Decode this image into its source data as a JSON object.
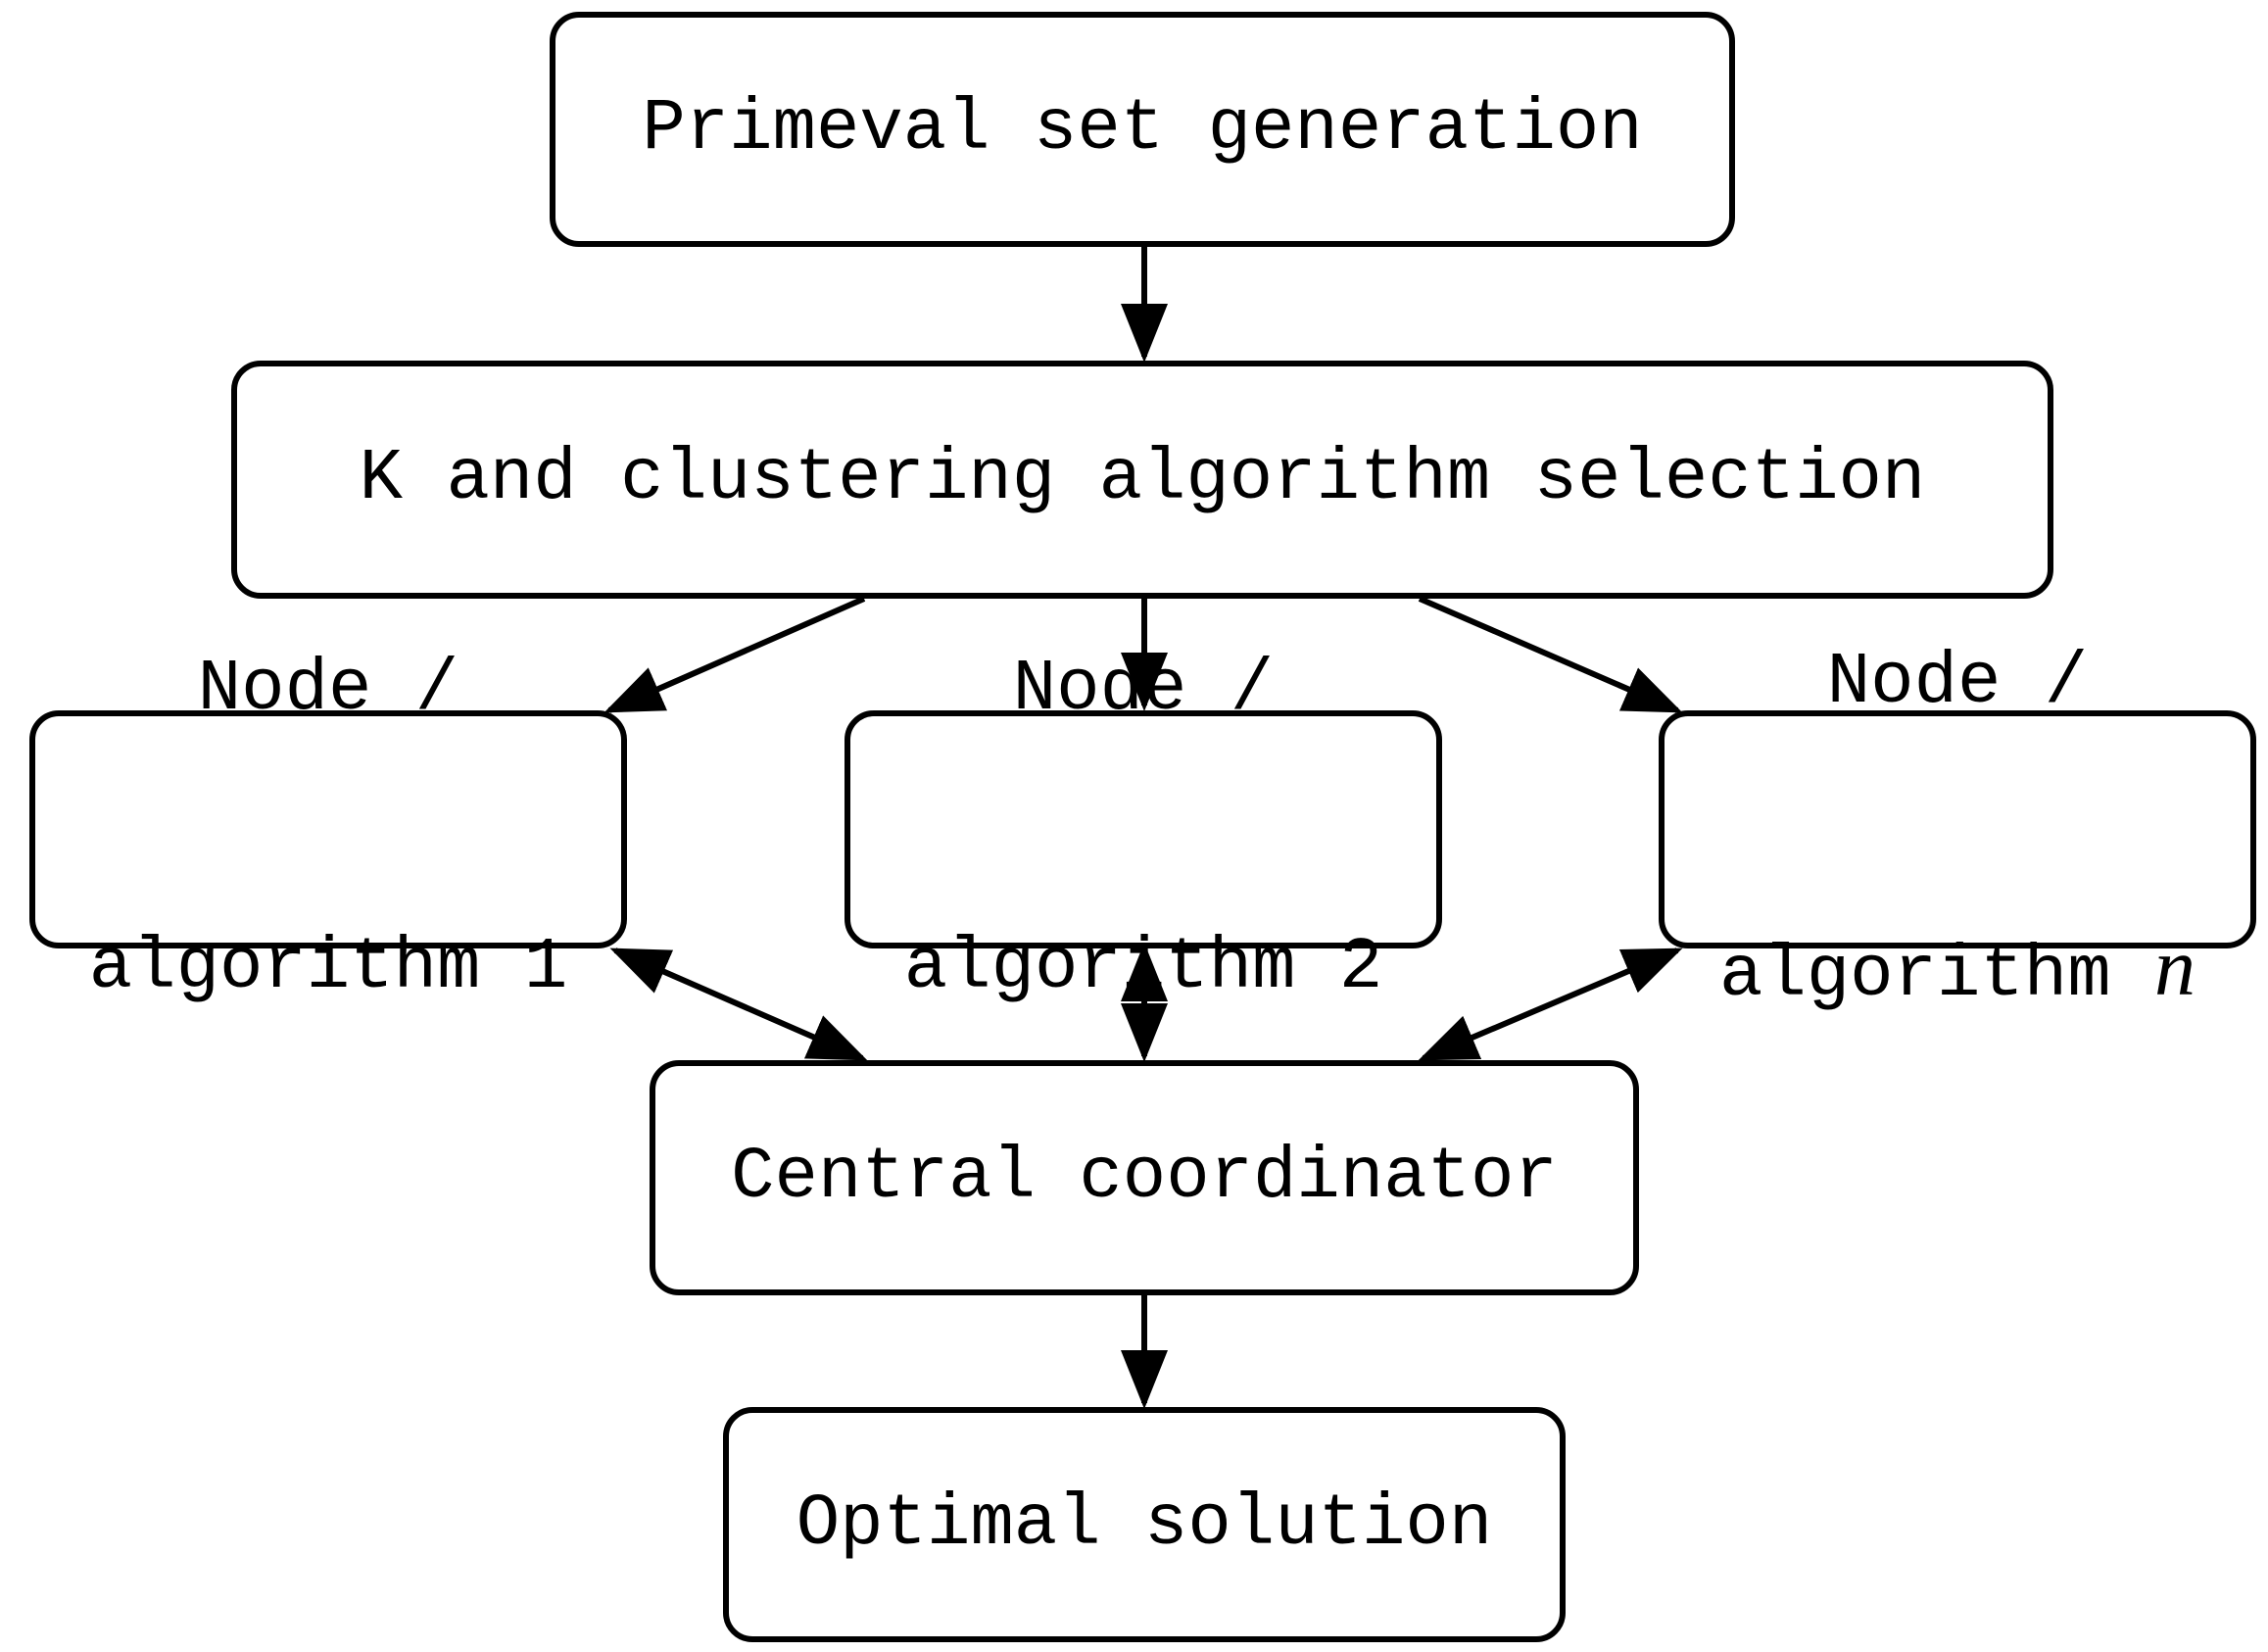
{
  "diagram": {
    "nodes": {
      "primeval": {
        "label": "Primeval set generation"
      },
      "selection": {
        "label": "K and clustering algorithm selection"
      },
      "node1": {
        "line1": "Node /",
        "line2": "algorithm 1"
      },
      "node2": {
        "line1": "Node /",
        "line2": "algorithm 2"
      },
      "noden": {
        "line1": "Node /",
        "line2_text": "algorithm ",
        "line2_var": "n"
      },
      "coordinator": {
        "label": "Central coordinator"
      },
      "optimal": {
        "label": "Optimal solution"
      }
    },
    "edges": [
      {
        "from": "primeval",
        "to": "selection",
        "direction": "forward"
      },
      {
        "from": "selection",
        "to": "node1",
        "direction": "forward"
      },
      {
        "from": "selection",
        "to": "node2",
        "direction": "forward"
      },
      {
        "from": "selection",
        "to": "noden",
        "direction": "forward"
      },
      {
        "from": "node1",
        "to": "coordinator",
        "direction": "both"
      },
      {
        "from": "node2",
        "to": "coordinator",
        "direction": "both"
      },
      {
        "from": "noden",
        "to": "coordinator",
        "direction": "both"
      },
      {
        "from": "coordinator",
        "to": "optimal",
        "direction": "forward"
      }
    ],
    "colors": {
      "stroke": "#000000",
      "background": "#ffffff"
    }
  }
}
